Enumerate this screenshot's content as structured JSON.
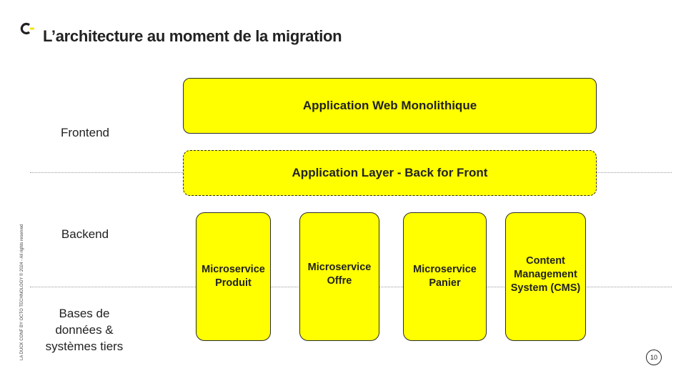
{
  "title": "L’architecture au moment de la migration",
  "layers": {
    "frontend": "Frontend",
    "backend": "Backend",
    "data": [
      "Bases de",
      "données &",
      "systèmes tiers"
    ]
  },
  "boxes": {
    "monolith": "Application Web Monolithique",
    "bff": "Application Layer - Back for Front"
  },
  "microservices": [
    [
      "Microservice",
      "Produit"
    ],
    [
      "Microservice",
      "Offre"
    ],
    [
      "Microservice",
      "Panier"
    ],
    [
      "Content",
      "Management",
      "System (CMS)"
    ]
  ],
  "side_text": "LA DUCK CONF BY OCTO TECHNOLOGY © 2024 - All rights reserved",
  "page_number": "10",
  "colors": {
    "accent": "#ffff00",
    "text": "#222222"
  },
  "icons": {
    "logo": "octo-c-logo-icon"
  }
}
